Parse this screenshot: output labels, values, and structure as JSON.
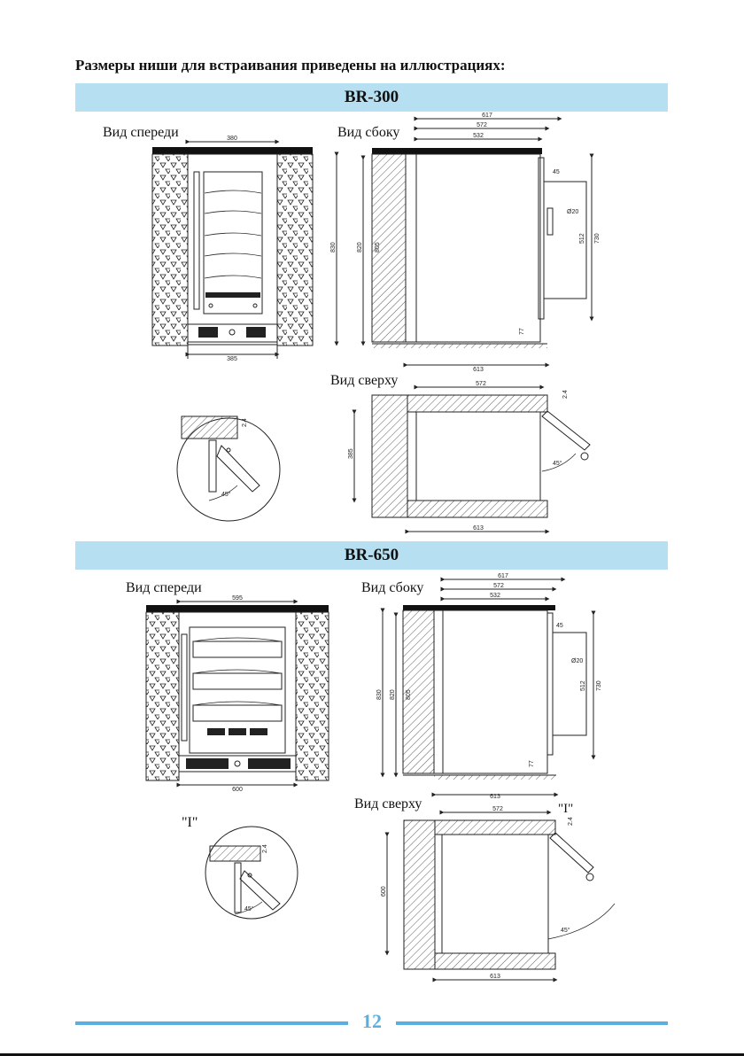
{
  "intro": "Размеры ниши для встраивания приведены на иллюстрациях:",
  "sections": [
    {
      "model": "BR-300",
      "front_label": "Вид спереди",
      "side_label": "Вид сбоку",
      "top_label": "Вид сверху",
      "front": {
        "width_top": "380",
        "width_bottom": "385"
      },
      "side": {
        "d617": "617",
        "d572": "572",
        "d532": "532",
        "d45": "45",
        "d20": "Ø20",
        "d512": "512",
        "d730": "730",
        "d830": "830",
        "d820": "820",
        "d805": "805",
        "d77": "77",
        "d613": "613"
      },
      "top": {
        "d572": "572",
        "d24": "2.4",
        "d385": "385",
        "d613": "613",
        "angle": "45°"
      },
      "detail": {
        "d24": "2.4",
        "angle": "45°"
      }
    },
    {
      "model": "BR-650",
      "front_label": "Вид спереди",
      "side_label": "Вид сбоку",
      "top_label": "Вид сверху",
      "detail_label": "\"I\"",
      "top_marker": "\"I\"",
      "front": {
        "width_top": "595",
        "width_bottom": "600"
      },
      "side": {
        "d617": "617",
        "d572": "572",
        "d532": "532",
        "d45": "45",
        "d20": "Ø20",
        "d512": "512",
        "d730": "730",
        "d830": "830",
        "d820": "820",
        "d805": "805",
        "d77": "77",
        "d613": "613"
      },
      "top": {
        "d572": "572",
        "d24": "2.4",
        "d600": "600",
        "d613": "613",
        "angle": "45°"
      },
      "detail": {
        "d24": "2.4",
        "angle": "45°"
      }
    }
  ],
  "page_number": "12"
}
